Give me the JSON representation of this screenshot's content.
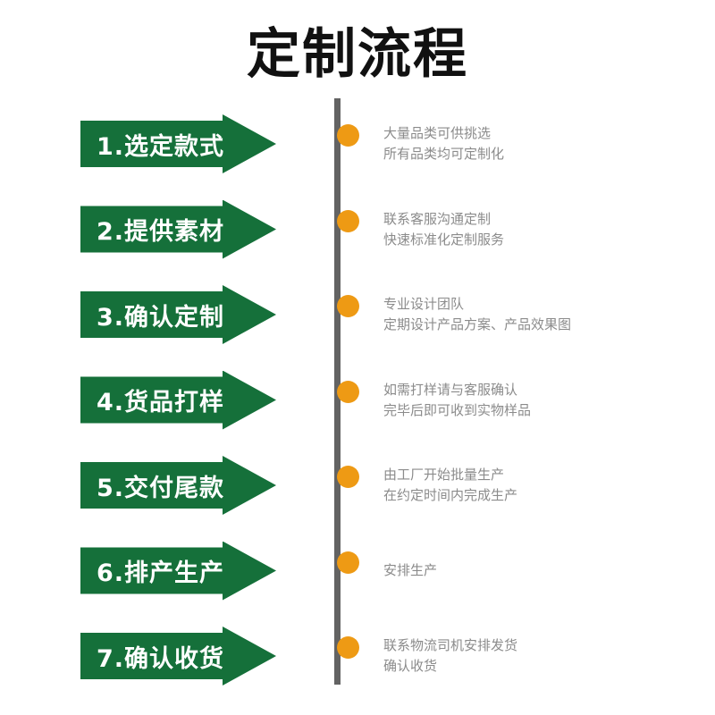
{
  "header": {
    "title": "定制流程"
  },
  "colors": {
    "arrow_green": "#15703a",
    "dot_orange": "#ee9a14",
    "spine_gray": "#636363",
    "desc_text_gray": "#8b8b8b",
    "title_black": "#111111",
    "background": "#ffffff"
  },
  "timeline": {
    "steps": [
      {
        "label": "1.选定款式",
        "desc_lines": [
          "大量品类可供挑选",
          "所有品类均可定制化"
        ]
      },
      {
        "label": "2.提供素材",
        "desc_lines": [
          "联系客服沟通定制",
          "快速标准化定制服务"
        ]
      },
      {
        "label": "3.确认定制",
        "desc_lines": [
          "专业设计团队",
          "定期设计产品方案、产品效果图"
        ]
      },
      {
        "label": "4.货品打样",
        "desc_lines": [
          "如需打样请与客服确认",
          "完毕后即可收到实物样品"
        ]
      },
      {
        "label": "5.交付尾款",
        "desc_lines": [
          "由工厂开始批量生产",
          "在约定时间内完成生产"
        ]
      },
      {
        "label": "6.排产生产",
        "desc_lines": [
          "安排生产"
        ]
      },
      {
        "label": "7.确认收货",
        "desc_lines": [
          "联系物流司机安排发货",
          "确认收货"
        ]
      }
    ]
  }
}
